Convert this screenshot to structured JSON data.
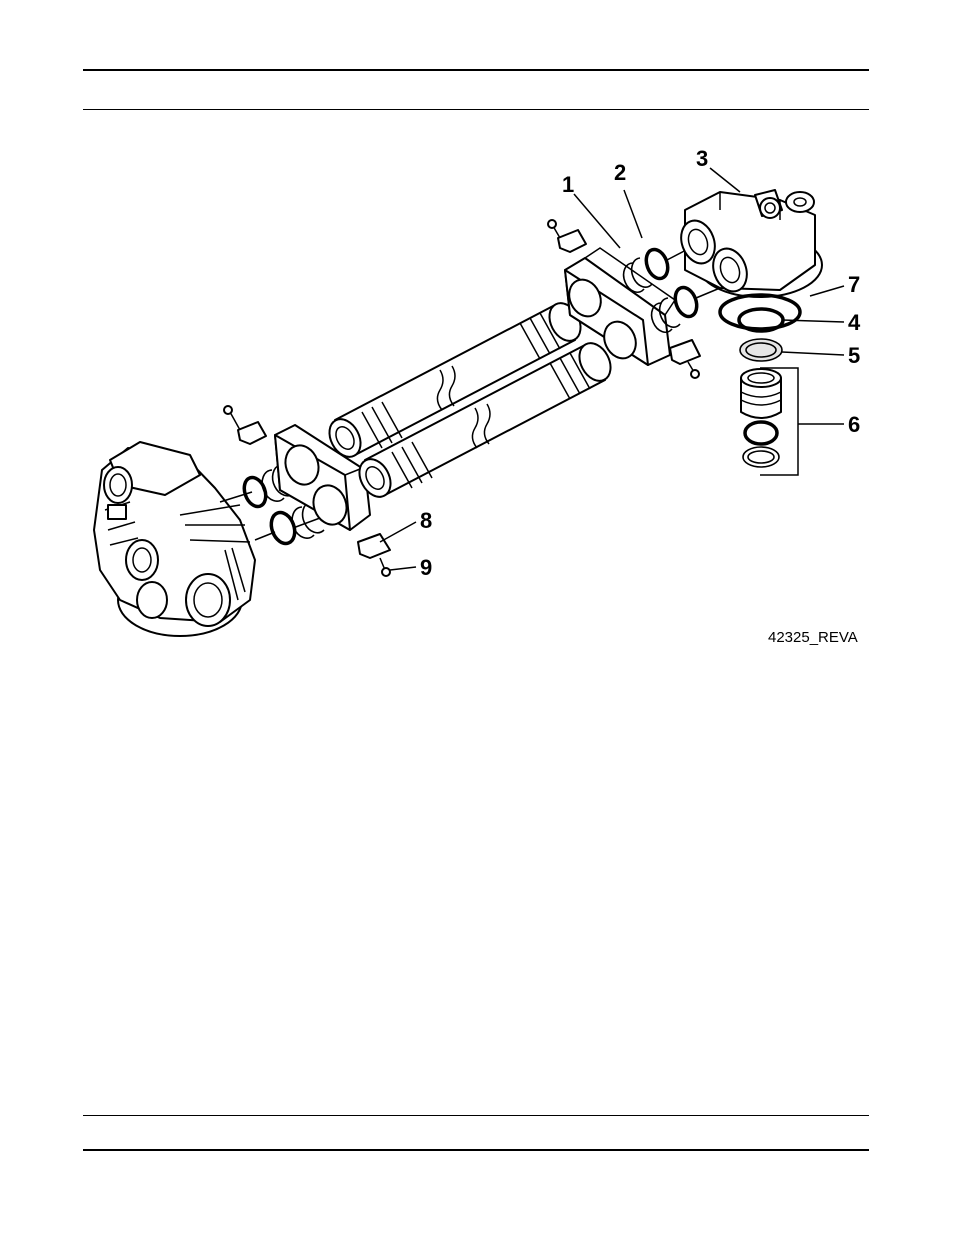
{
  "figure": {
    "id_label": "42325_REVA",
    "callouts": [
      "1",
      "2",
      "3",
      "4",
      "5",
      "6",
      "7",
      "8",
      "9"
    ]
  },
  "colors": {
    "ink": "#000000",
    "paper": "#ffffff",
    "shade": "#e6e6e6"
  }
}
